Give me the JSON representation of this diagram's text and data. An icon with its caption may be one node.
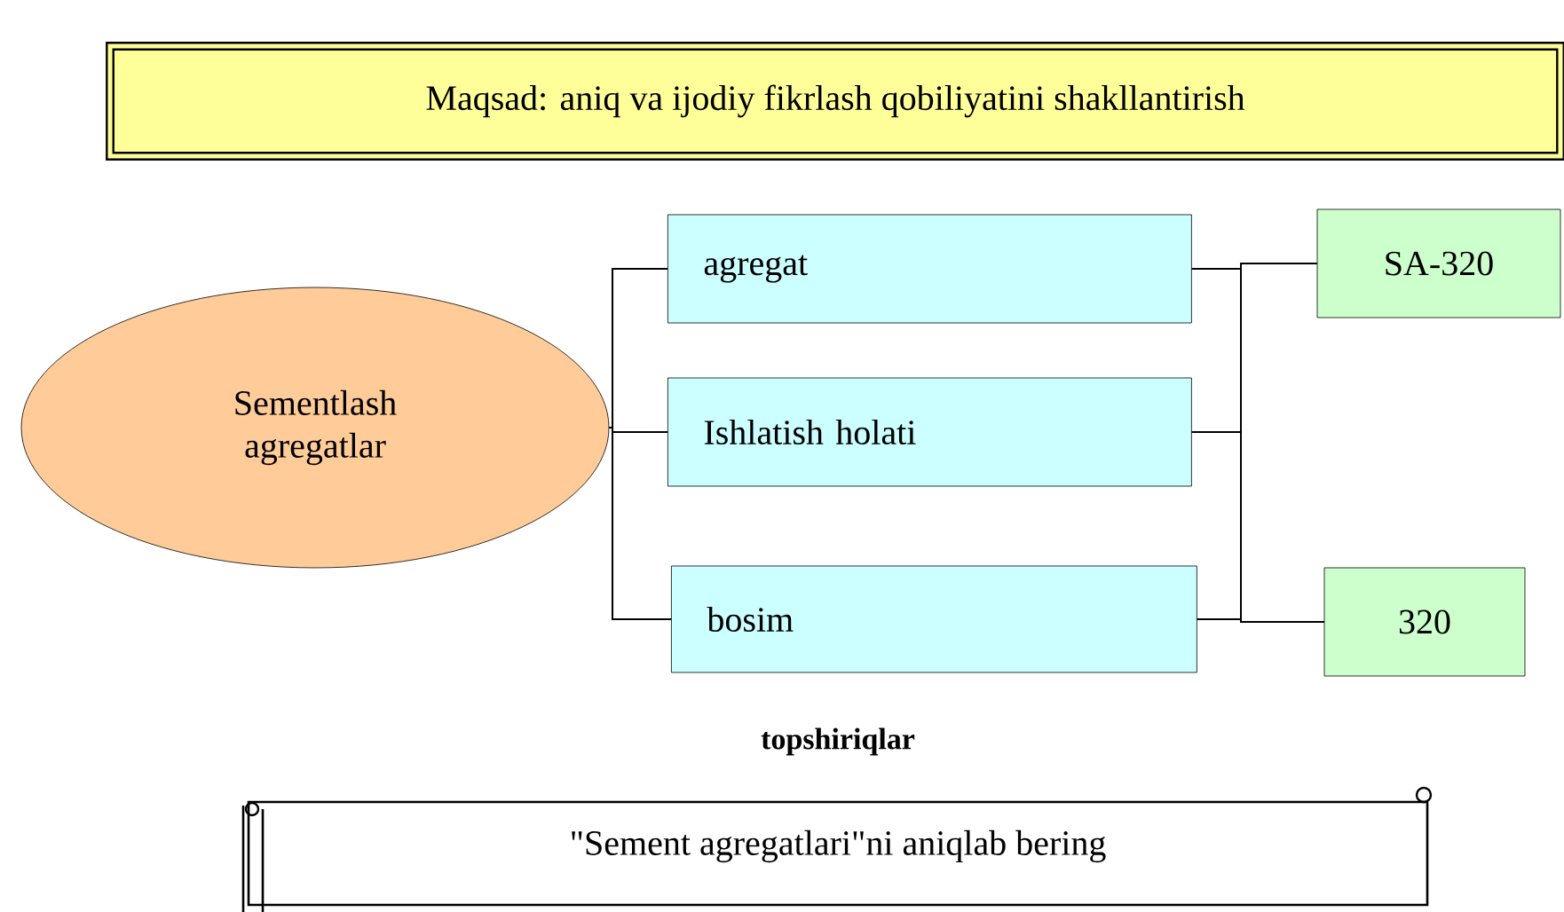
{
  "diagram": {
    "nodes": [
      {
        "text": [
          "Maqsad: aniq va ijodiy fikrlash qobiliyatini shakllantirish"
        ]
      },
      {
        "text": [
          "Sementlash agregatlar"
        ]
      },
      {
        "text": [
          "agregat"
        ]
      },
      {
        "text": [
          "Ishlatish holati"
        ]
      },
      {
        "text": [
          "bosim"
        ]
      },
      {
        "text": [
          "SA-320"
        ]
      },
      {
        "text": [
          "320"
        ]
      },
      {
        "text": [
          "topshiriqlar",
          "\"Sement agregatlari\"ni aniqlab bering"
        ]
      }
    ],
    "edges": [
      {
        "from": 1,
        "to": 2,
        "arrow": "none"
      },
      {
        "from": 1,
        "to": 3,
        "arrow": "none"
      },
      {
        "from": 1,
        "to": 4,
        "arrow": "none"
      },
      {
        "from": 2,
        "to": 5,
        "arrow": "none"
      },
      {
        "from": 2,
        "to": 6,
        "arrow": "none"
      },
      {
        "from": 3,
        "to": 5,
        "arrow": "none"
      },
      {
        "from": 3,
        "to": 6,
        "arrow": "none"
      },
      {
        "from": 4,
        "to": 5,
        "arrow": "none"
      },
      {
        "from": 4,
        "to": 6,
        "arrow": "none"
      }
    ]
  }
}
